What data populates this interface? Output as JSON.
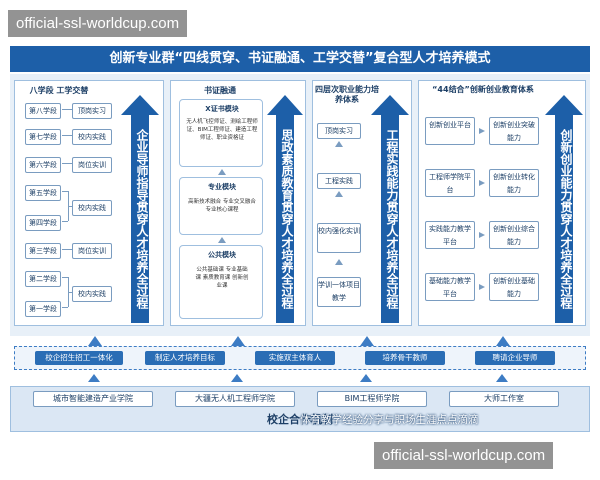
{
  "watermark_top": "official-ssl-worldcup.com",
  "watermark_bottom": "official-ssl-worldcup.com",
  "title": "创新专业群“四线贯穿、书证融通、工学交替”复合型人才培养模式",
  "left_panel": {
    "header": "八学段  工学交替",
    "stages": [
      "第八学段",
      "第七学段",
      "第六学段",
      "第五学段",
      "第四学段",
      "第三学段",
      "第二学段",
      "第一学段"
    ],
    "items": [
      "顶岗实习",
      "校内实践",
      "岗位实训",
      "校内实践",
      "岗位实训",
      "校内实践"
    ],
    "arrow_text": "企业导师指导贯穿人才培养全过程"
  },
  "cert_panel": {
    "header": "书证融通",
    "modules": [
      {
        "title": "X证书模块",
        "body": "无人机飞控师证、测绘工程师证、BIM工程师证、建造工程师证、职业资格证"
      },
      {
        "title": "专业模块",
        "body": "高新技术融合 专业交叉融合 专业核心课程"
      },
      {
        "title": "公共模块",
        "body": "公共基础课 专业基础课 素质教育课 创新创业课"
      }
    ],
    "arrow_text": "思政素质教育贯穿人才培养全过程"
  },
  "ability_panel": {
    "header": "四层次职业能力培养体系",
    "items": [
      "顶岗实习",
      "工程实践",
      "校内强化实训",
      "学训一体项目教学"
    ],
    "arrow_text": "工程实践能力贯穿人才培养全过程"
  },
  "innov_panel": {
    "header": "“44结合”创新创业教育体系",
    "rows": [
      {
        "left": "创新创业平台",
        "right": "创新创业突破能力"
      },
      {
        "left": "工程师学院平台",
        "right": "创新创业转化能力"
      },
      {
        "left": "实践能力教学平台",
        "right": "创新创业综合能力"
      },
      {
        "left": "基础能力教学平台",
        "right": "创新创业基础能力"
      }
    ],
    "arrow_text": "创新创业能力贯穿人才培养全过程"
  },
  "coop_items": [
    "校企招生招工一体化",
    "制定人才培养目标",
    "实施双主体育人",
    "培养骨干教师",
    "聘请企业导师"
  ],
  "colleges": [
    "城市智能建造产业学院",
    "大疆无人机工程师学院",
    "BIM工程师学院",
    "大师工作室"
  ],
  "bottom_label": "校企合作机制",
  "overlay_text": "体育教学经验分享与职场生涯点点滴滴",
  "colors": {
    "primary": "#1d5fa8",
    "light": "#e8f0f8",
    "accent": "#3d7cc4"
  }
}
